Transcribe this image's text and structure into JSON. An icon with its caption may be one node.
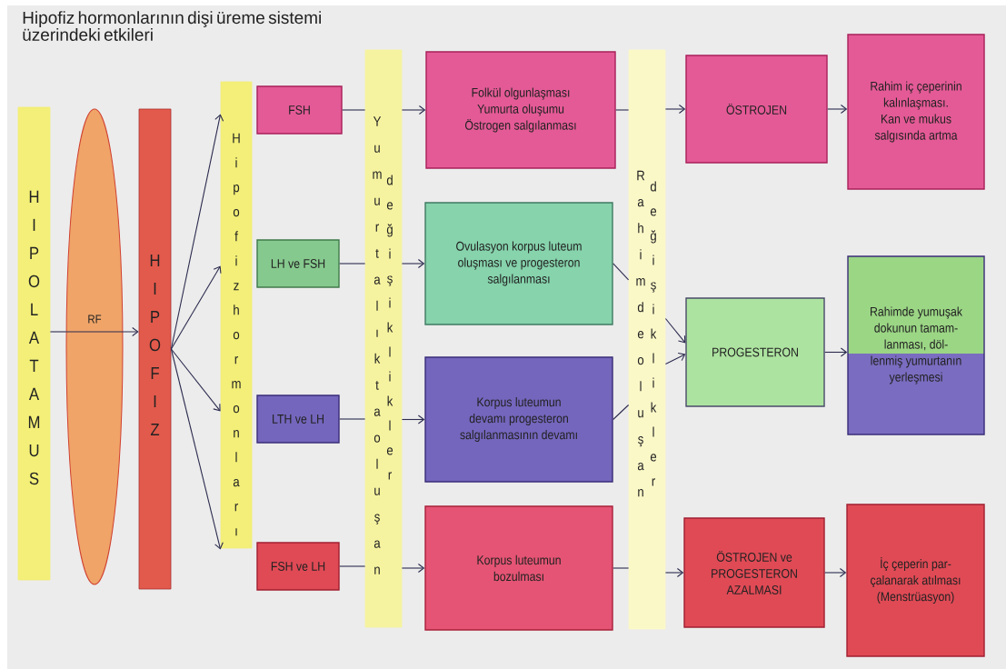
{
  "diagram": {
    "title": "Hipofiz hormonlarının dişi üreme sistemi üzerindeki etkileri",
    "nodes": [
      {
        "text": [
          "HIPOLATAMUS"
        ]
      },
      {
        "text": [
          "RF"
        ]
      },
      {
        "text": [
          "HIPOFIZ"
        ]
      },
      {
        "text": [
          "Hipofiz hormonları"
        ]
      },
      {
        "text": [
          "FSH"
        ]
      },
      {
        "text": [
          "LH ve FSH"
        ]
      },
      {
        "text": [
          "LTH ve LH"
        ]
      },
      {
        "text": [
          "FSH ve LH"
        ]
      },
      {
        "text": [
          "Yumurtalıkta oluşan",
          "değişiklikler"
        ]
      },
      {
        "text": [
          "Folkül olgunlaşması Yumurta oluşumu Östrogen salgılanması"
        ]
      },
      {
        "text": [
          "Ovulasyon korpus luteum oluşması ve progesteron salgılanması"
        ]
      },
      {
        "text": [
          "Korpus luteumun devamı progesteron salgılanmasının devamı"
        ]
      },
      {
        "text": [
          "Korpus luteumun bozulması"
        ]
      },
      {
        "text": [
          "Rahimde oluşan",
          "değişiklikler"
        ]
      },
      {
        "text": [
          "ÖSTROJEN"
        ]
      },
      {
        "text": [
          "Rahim iç çeperinin kalınlaşması. Kan ve mukus salgısında artma"
        ]
      },
      {
        "text": [
          "PROGESTERON"
        ]
      },
      {
        "text": [
          "Rahimde yumuşak dokunun tamam- lanması, döl- lenmiş yumurtanın yerleşmesi"
        ]
      },
      {
        "text": [
          "ÖSTROJEN ve PROGESTERON AZALMASI"
        ]
      },
      {
        "text": [
          "İç çeperin par- çalanarak atılması (Menstrüasyon)"
        ]
      }
    ],
    "edges": [
      {
        "from": 0,
        "to": 1,
        "arrow": "none"
      },
      {
        "from": 1,
        "to": 2,
        "arrow": "to"
      },
      {
        "from": 2,
        "to": 3,
        "arrow": "to"
      },
      {
        "from": 2,
        "to": 3,
        "arrow": "to"
      },
      {
        "from": 2,
        "to": 3,
        "arrow": "to"
      },
      {
        "from": 2,
        "to": 3,
        "arrow": "to"
      },
      {
        "from": 4,
        "to": 8,
        "arrow": "none"
      },
      {
        "from": 8,
        "to": 9,
        "arrow": "to"
      },
      {
        "from": 5,
        "to": 8,
        "arrow": "none"
      },
      {
        "from": 8,
        "to": 10,
        "arrow": "to"
      },
      {
        "from": 6,
        "to": 8,
        "arrow": "none"
      },
      {
        "from": 8,
        "to": 11,
        "arrow": "to"
      },
      {
        "from": 7,
        "to": 8,
        "arrow": "none"
      },
      {
        "from": 8,
        "to": 12,
        "arrow": "to"
      },
      {
        "from": 9,
        "to": 13,
        "arrow": "none"
      },
      {
        "from": 13,
        "to": 14,
        "arrow": "to"
      },
      {
        "from": 10,
        "to": 13,
        "arrow": "none"
      },
      {
        "from": 13,
        "to": 16,
        "arrow": "to"
      },
      {
        "from": 11,
        "to": 13,
        "arrow": "none"
      },
      {
        "from": 13,
        "to": 16,
        "arrow": "to"
      },
      {
        "from": 12,
        "to": 13,
        "arrow": "none"
      },
      {
        "from": 13,
        "to": 18,
        "arrow": "to"
      },
      {
        "from": 14,
        "to": 15,
        "arrow": "to"
      },
      {
        "from": 16,
        "to": 17,
        "arrow": "to"
      },
      {
        "from": 18,
        "to": 19,
        "arrow": "to"
      }
    ]
  }
}
